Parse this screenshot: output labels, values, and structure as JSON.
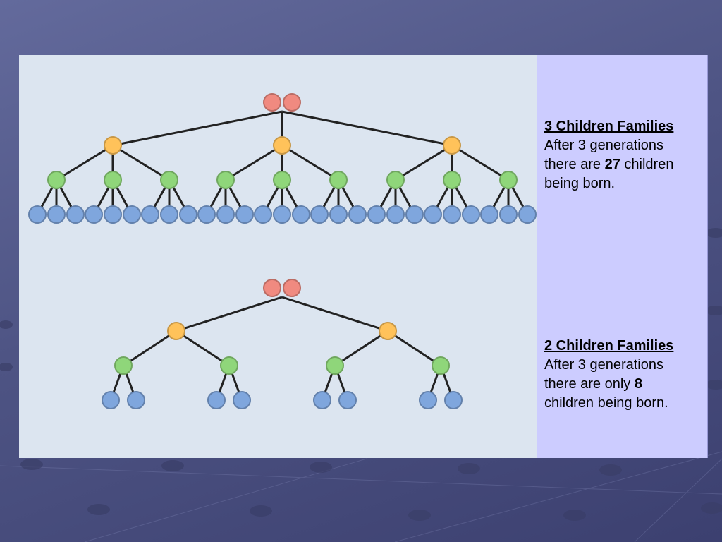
{
  "colors": {
    "couple": "#f08a80",
    "generation_1": "#ffc25a",
    "generation_2": "#8fd67a",
    "generation_3": "#7fa6dd",
    "edge": "#222222",
    "diagram_background": "#dce5f0",
    "text_panel_background": "#ccccff"
  },
  "three_children": {
    "heading": "3 Children Families",
    "line1": "After 3 generations",
    "line2_before": "there are ",
    "count": "27",
    "line2_after": " children",
    "line3": "being born."
  },
  "two_children": {
    "heading": "2 Children Families",
    "line1": "After 3 generations",
    "line2_before": "there are only ",
    "count": "8",
    "line3": "children being born."
  }
}
